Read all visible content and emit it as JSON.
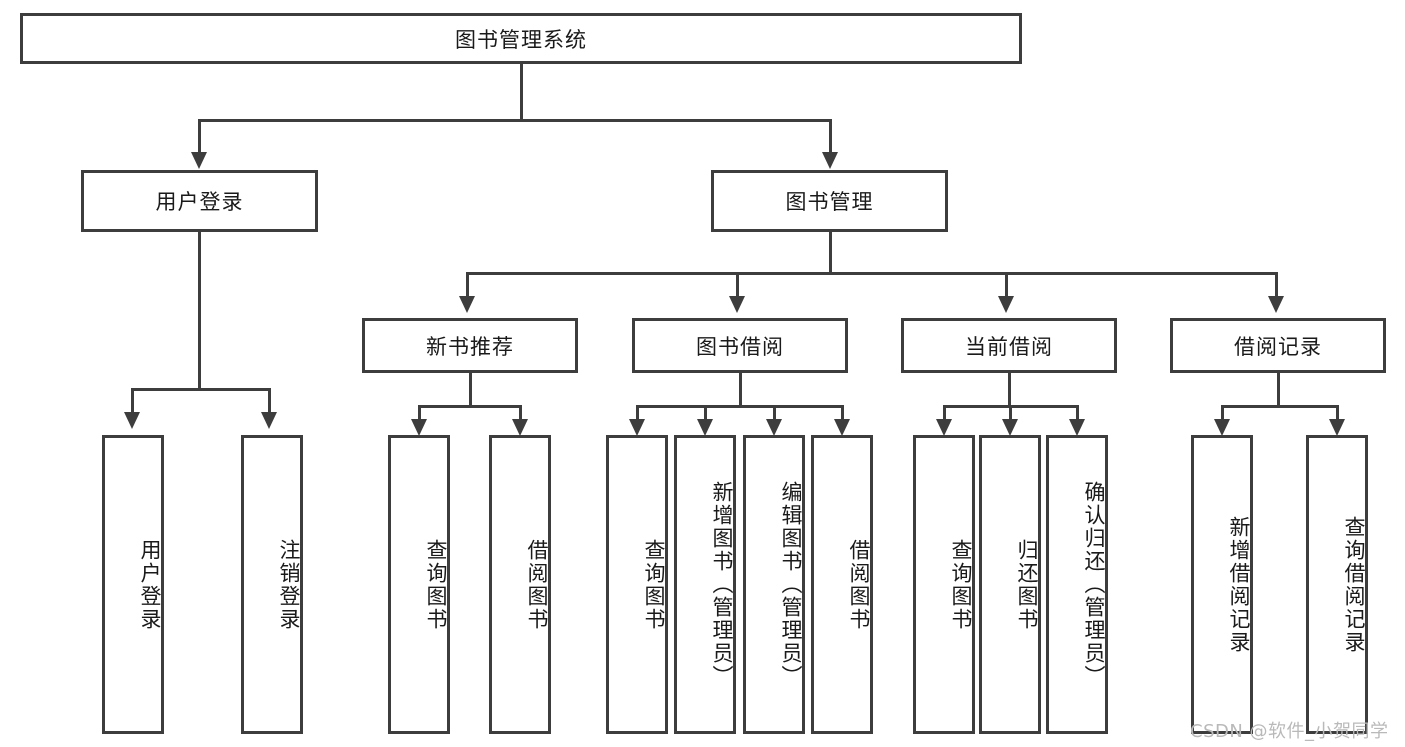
{
  "diagram": {
    "type": "hierarchy-tree",
    "title": "图书管理系统",
    "root": {
      "label": "图书管理系统"
    },
    "level2": [
      {
        "label": "用户登录"
      },
      {
        "label": "图书管理"
      }
    ],
    "level3": [
      {
        "label": "新书推荐"
      },
      {
        "label": "图书借阅"
      },
      {
        "label": "当前借阅"
      },
      {
        "label": "借阅记录"
      }
    ],
    "leaves": {
      "user_login": [
        {
          "label": "用户登录"
        },
        {
          "label": "注销登录"
        }
      ],
      "new_book_recommend": [
        {
          "label": "查询图书"
        },
        {
          "label": "借阅图书"
        }
      ],
      "book_borrow": [
        {
          "label": "查询图书"
        },
        {
          "label": "新增图书（管理员）"
        },
        {
          "label": "编辑图书（管理员）"
        },
        {
          "label": "借阅图书"
        }
      ],
      "current_borrow": [
        {
          "label": "查询图书"
        },
        {
          "label": "归还图书"
        },
        {
          "label": "确认归还（管理员）"
        }
      ],
      "borrow_record": [
        {
          "label": "新增借阅记录"
        },
        {
          "label": "查询借阅记录"
        }
      ]
    }
  },
  "watermark": {
    "text": "CSDN @软件_小贺同学"
  },
  "colors": {
    "stroke": "#3d3d3d",
    "text": "#1a1a1a",
    "background": "#ffffff",
    "watermark": "#b9b9b9"
  }
}
